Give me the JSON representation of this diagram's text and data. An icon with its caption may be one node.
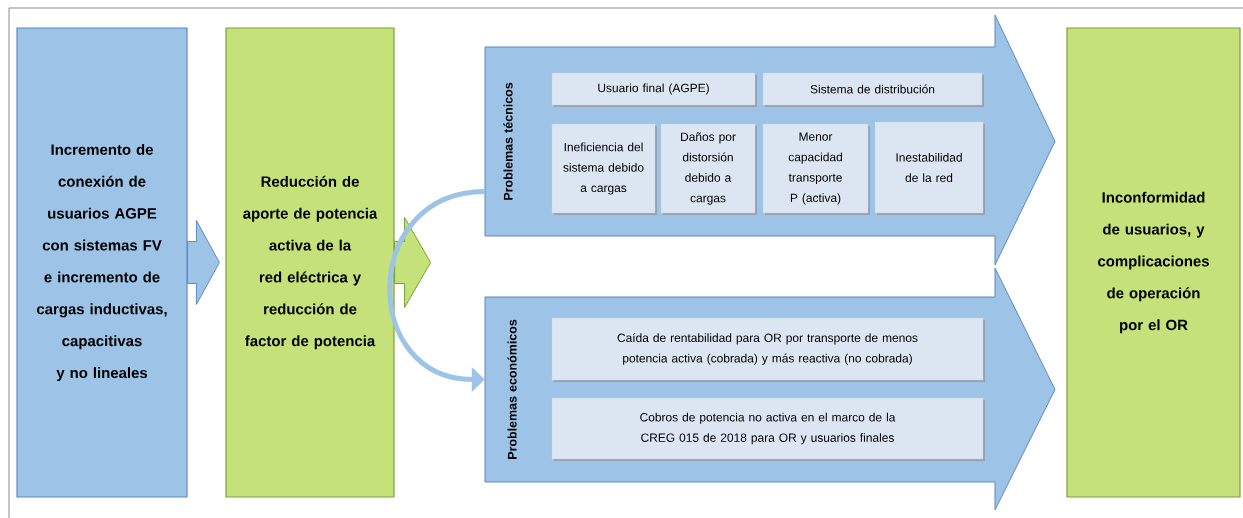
{
  "diagram": {
    "nodes": [
      {
        "text": [
          "Incremento de conexión de usuarios AGPE con sistemas FV e incremento de cargas inductivas, capacitivas y no lineales"
        ]
      },
      {
        "text": [
          "Reducción de aporte de potencia activa de la red eléctrica y reducción de factor de potencia"
        ]
      },
      {
        "text": [
          "Problemas técnicos"
        ]
      },
      {
        "text": [
          "Usuario final (AGPE)"
        ],
        "in": 2
      },
      {
        "text": [
          "Sistema de distribución"
        ],
        "in": 2
      },
      {
        "text": [
          "Ineficiencia del sistema debido a cargas"
        ],
        "in": 2
      },
      {
        "text": [
          "Daños por distorsión debido a cargas"
        ],
        "in": 2
      },
      {
        "text": [
          "Menor capacidad transporte P (activa)"
        ],
        "in": 2
      },
      {
        "text": [
          "Inestabilidad de la red"
        ],
        "in": 2
      },
      {
        "text": [
          "Problemas económicos"
        ]
      },
      {
        "text": [
          "Caída de rentabilidad para OR por transporte de menos potencia activa (cobrada) y más reactiva (no cobrada)"
        ],
        "in": 9
      },
      {
        "text": [
          "Cobros de potencia no activa en el marco de la CREG 015 de 2018 para OR y usuarios finales"
        ],
        "in": 9
      },
      {
        "text": [
          "Inconformidad de usuarios, y complicaciones de operación por el OR"
        ]
      }
    ],
    "edges": [
      {
        "from": 0,
        "to": 1,
        "arrow": "to"
      },
      {
        "from": 1,
        "to": null,
        "arrow": "to",
        "color": "#c5e17a"
      },
      {
        "from": 2,
        "to": 9,
        "arrow": "to"
      }
    ]
  }
}
